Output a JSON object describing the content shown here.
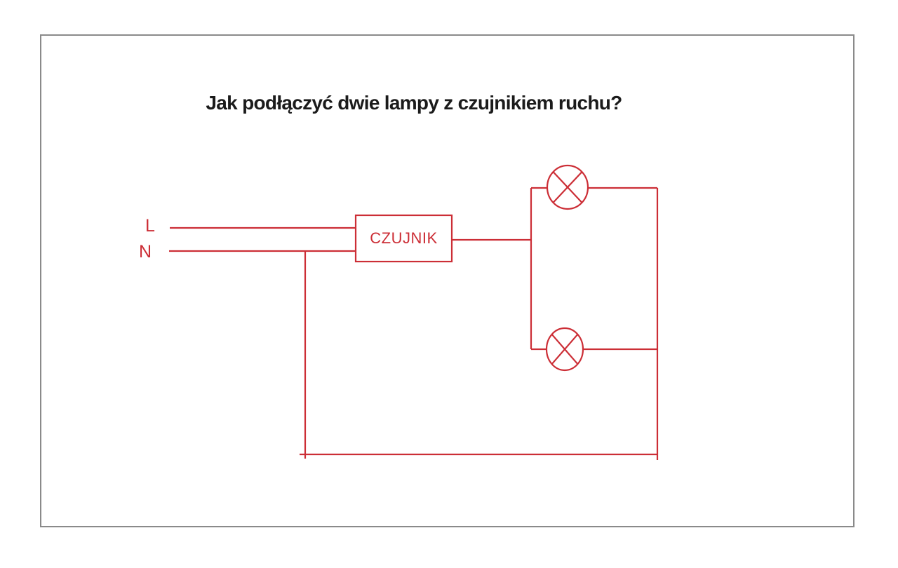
{
  "page": {
    "title": "Jak podłączyć dwie lampy z czujnikiem ruchu?"
  },
  "diagram": {
    "sensor_label": "CZUJNIK",
    "wire_labels": {
      "live": "L",
      "neutral": "N"
    },
    "lamp_count": "2",
    "colors": {
      "circuit_red": "#cc2e36",
      "frame_gray": "#8a8a8a",
      "title_black": "#1b1b1b"
    }
  }
}
